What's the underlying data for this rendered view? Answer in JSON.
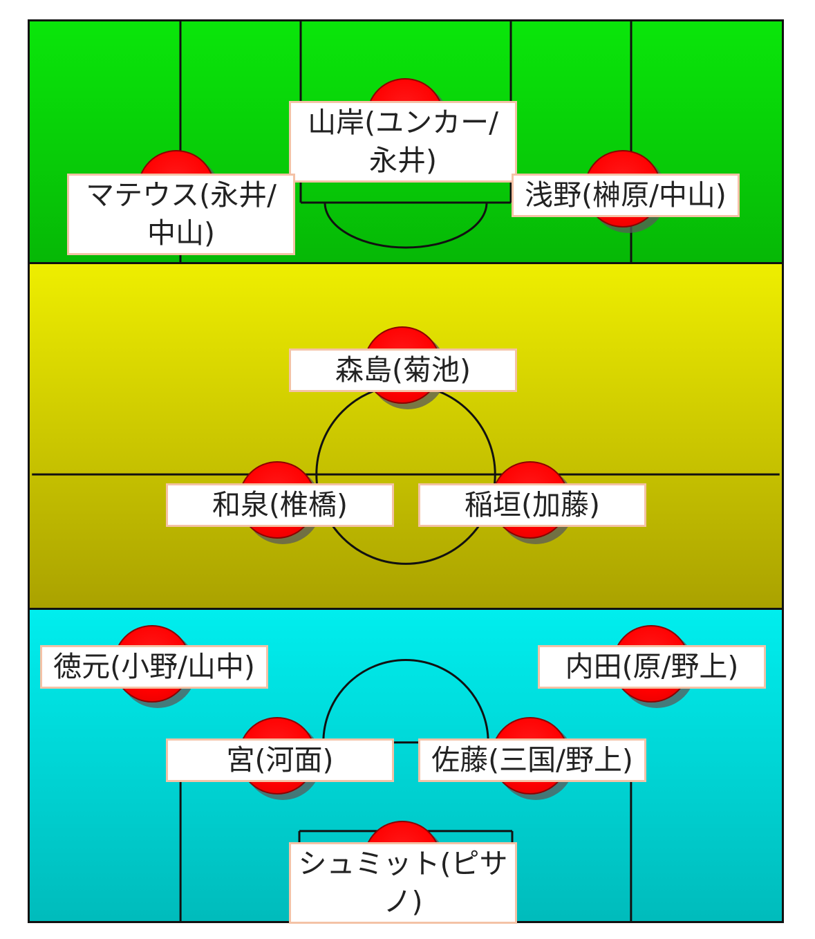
{
  "players": {
    "yamagishi": "山岸(ユンカー/永井)",
    "mateus": "マテウス(永井/中山)",
    "asano": "浅野(榊原/中山)",
    "morishima": "森島(菊池)",
    "izumi": "和泉(椎橋)",
    "inagaki": "稲垣(加藤)",
    "tokumoto": "徳元(小野/山中)",
    "uchida": "内田(原/野上)",
    "miya": "宮(河面)",
    "sato": "佐藤(三国/野上)",
    "schmidt": "シュミット(ピサノ)"
  },
  "colors": {
    "attack_zone": "#0ae60a",
    "midfield_zone": "#eeee00",
    "defense_zone": "#00eeee",
    "player_disc": "#ff0000",
    "label_border": "#f4c2a6"
  }
}
